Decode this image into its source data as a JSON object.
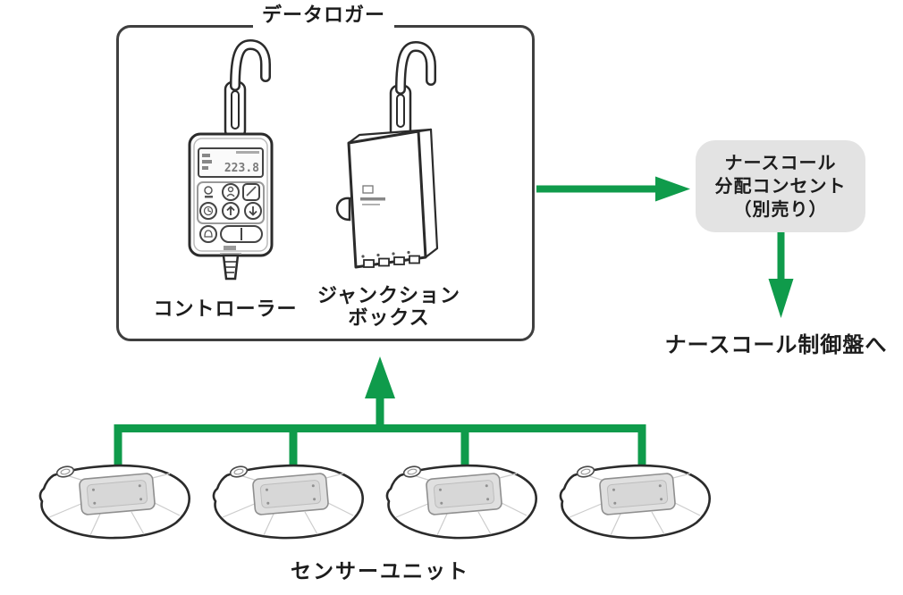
{
  "diagram": {
    "datalogger": {
      "label": "データロガー",
      "controller": {
        "label": "コントローラー",
        "display_value": "223.8"
      },
      "junction_box": {
        "label_line1": "ジャンクション",
        "label_line2": "ボックス"
      }
    },
    "outlet": {
      "line1": "ナースコール",
      "line2": "分配コンセント",
      "line3": "（別売り）"
    },
    "control_panel_label": "ナースコール制御盤へ",
    "sensor_units": {
      "label": "センサーユニット",
      "count": 4
    },
    "colors": {
      "connector_green": "#0f9b4b",
      "box_border": "#3f3f3f",
      "outlet_fill": "#e3e3e3"
    }
  }
}
